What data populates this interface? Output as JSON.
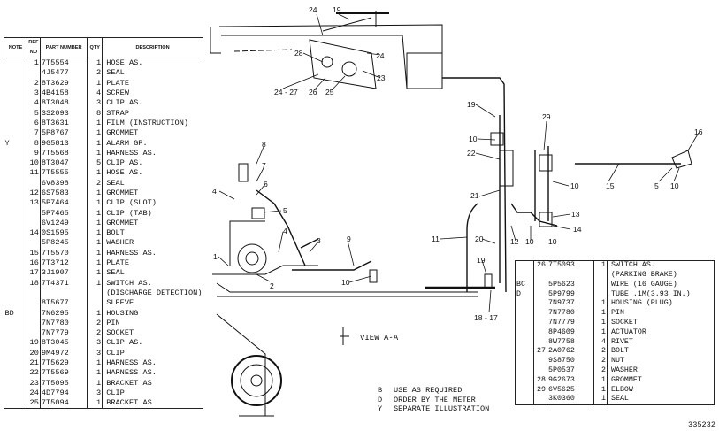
{
  "table_headers": {
    "note": "NOTE",
    "ref_no": "REF NO",
    "part_number": "PART NUMBER",
    "qty": "QTY",
    "description": "DESCRIPTION"
  },
  "parts": [
    {
      "note": "",
      "ref": "1",
      "pn": "7T5554",
      "qty": "1",
      "desc": "HOSE AS."
    },
    {
      "note": "",
      "ref": "",
      "pn": "4J5477",
      "qty": "2",
      "desc": "SEAL"
    },
    {
      "note": "",
      "ref": "2",
      "pn": "8T3629",
      "qty": "1",
      "desc": "PLATE"
    },
    {
      "note": "",
      "ref": "3",
      "pn": "4B4158",
      "qty": "4",
      "desc": "SCREW"
    },
    {
      "note": "",
      "ref": "4",
      "pn": "8T3048",
      "qty": "3",
      "desc": "CLIP AS."
    },
    {
      "note": "",
      "ref": "5",
      "pn": "3S2093",
      "qty": "8",
      "desc": "STRAP"
    },
    {
      "note": "",
      "ref": "6",
      "pn": "8T3631",
      "qty": "1",
      "desc": "FILM (INSTRUCTION)"
    },
    {
      "note": "",
      "ref": "7",
      "pn": "5P8767",
      "qty": "1",
      "desc": "GROMMET"
    },
    {
      "note": "Y",
      "ref": "8",
      "pn": "9G5813",
      "qty": "1",
      "desc": "ALARM GP."
    },
    {
      "note": "",
      "ref": "9",
      "pn": "7T5568",
      "qty": "1",
      "desc": "HARNESS AS."
    },
    {
      "note": "",
      "ref": "10",
      "pn": "8T3047",
      "qty": "5",
      "desc": "CLIP AS."
    },
    {
      "note": "",
      "ref": "11",
      "pn": "7T5555",
      "qty": "1",
      "desc": "HOSE AS."
    },
    {
      "note": "",
      "ref": "",
      "pn": "6V8398",
      "qty": "2",
      "desc": "SEAL"
    },
    {
      "note": "",
      "ref": "12",
      "pn": "6S7583",
      "qty": "1",
      "desc": "GROMMET"
    },
    {
      "note": "",
      "ref": "13",
      "pn": "5P7464",
      "qty": "1",
      "desc": "CLIP (SLOT)"
    },
    {
      "note": "",
      "ref": "",
      "pn": "5P7465",
      "qty": "1",
      "desc": "CLIP (TAB)"
    },
    {
      "note": "",
      "ref": "",
      "pn": "6V1249",
      "qty": "1",
      "desc": "GROMMET"
    },
    {
      "note": "",
      "ref": "14",
      "pn": "0S1595",
      "qty": "1",
      "desc": "BOLT"
    },
    {
      "note": "",
      "ref": "",
      "pn": "5P8245",
      "qty": "1",
      "desc": "WASHER"
    },
    {
      "note": "",
      "ref": "15",
      "pn": "7T5570",
      "qty": "1",
      "desc": "HARNESS AS."
    },
    {
      "note": "",
      "ref": "16",
      "pn": "7T3712",
      "qty": "1",
      "desc": "PLATE"
    },
    {
      "note": "",
      "ref": "17",
      "pn": "3J1907",
      "qty": "1",
      "desc": "SEAL"
    },
    {
      "note": "",
      "ref": "18",
      "pn": "7T4371",
      "qty": "1",
      "desc": "SWITCH AS."
    },
    {
      "note": "",
      "ref": "",
      "pn": "",
      "qty": "",
      "desc": "(DISCHARGE DETECTION)"
    },
    {
      "note": "",
      "ref": "",
      "pn": "8T5677",
      "qty": "",
      "desc": "SLEEVE"
    },
    {
      "note": "BD",
      "ref": "",
      "pn": "7N6295",
      "qty": "1",
      "desc": "HOUSING"
    },
    {
      "note": "",
      "ref": "",
      "pn": "7N7780",
      "qty": "2",
      "desc": "PIN"
    },
    {
      "note": "",
      "ref": "",
      "pn": "7N7779",
      "qty": "2",
      "desc": "SOCKET"
    },
    {
      "note": "",
      "ref": "19",
      "pn": "8T3045",
      "qty": "3",
      "desc": "CLIP AS."
    },
    {
      "note": "",
      "ref": "20",
      "pn": "9M4972",
      "qty": "3",
      "desc": "CLIP"
    },
    {
      "note": "",
      "ref": "21",
      "pn": "7T5629",
      "qty": "1",
      "desc": "HARNESS AS."
    },
    {
      "note": "",
      "ref": "22",
      "pn": "7T5569",
      "qty": "1",
      "desc": "HARNESS AS."
    },
    {
      "note": "",
      "ref": "23",
      "pn": "7T5095",
      "qty": "1",
      "desc": "BRACKET AS"
    },
    {
      "note": "",
      "ref": "24",
      "pn": "4D7794",
      "qty": "3",
      "desc": "CLIP"
    },
    {
      "note": "",
      "ref": "25",
      "pn": "7T5094",
      "qty": "1",
      "desc": "BRACKET AS"
    }
  ],
  "inset_parts": [
    {
      "note": "",
      "ref": "26",
      "pn": "7T5093",
      "qty": "1",
      "desc": "SWITCH AS."
    },
    {
      "note": "",
      "ref": "",
      "pn": "",
      "qty": "",
      "desc": "(PARKING BRAKE)"
    },
    {
      "note": "BC",
      "ref": "",
      "pn": "5P5623",
      "qty": "",
      "desc": "WIRE (16 GAUGE)"
    },
    {
      "note": "D",
      "ref": "",
      "pn": "5P9799",
      "qty": "",
      "desc": "TUBE .1M(3.93 IN.)"
    },
    {
      "note": "",
      "ref": "",
      "pn": "7N9737",
      "qty": "1",
      "desc": "HOUSING (PLUG)"
    },
    {
      "note": "",
      "ref": "",
      "pn": "7N7780",
      "qty": "1",
      "desc": "PIN"
    },
    {
      "note": "",
      "ref": "",
      "pn": "7N7779",
      "qty": "1",
      "desc": "SOCKET"
    },
    {
      "note": "",
      "ref": "",
      "pn": "8P4609",
      "qty": "1",
      "desc": "ACTUATOR"
    },
    {
      "note": "",
      "ref": "",
      "pn": "8W7758",
      "qty": "4",
      "desc": "RIVET"
    },
    {
      "note": "",
      "ref": "27",
      "pn": "2A0762",
      "qty": "2",
      "desc": "BOLT"
    },
    {
      "note": "",
      "ref": "",
      "pn": "9S8750",
      "qty": "2",
      "desc": "NUT"
    },
    {
      "note": "",
      "ref": "",
      "pn": "5P0537",
      "qty": "2",
      "desc": "WASHER"
    },
    {
      "note": "",
      "ref": "28",
      "pn": "9G2673",
      "qty": "1",
      "desc": "GROMMET"
    },
    {
      "note": "",
      "ref": "29",
      "pn": "6V5625",
      "qty": "1",
      "desc": "ELBOW"
    },
    {
      "note": "",
      "ref": "",
      "pn": "3K0360",
      "qty": "1",
      "desc": "SEAL"
    }
  ],
  "legend": [
    {
      "symbol": "B",
      "text": "USE AS REQUIRED"
    },
    {
      "symbol": "D",
      "text": "ORDER BY THE METER"
    },
    {
      "symbol": "Y",
      "text": "SEPARATE ILLUSTRATION"
    }
  ],
  "view_label": "VIEW A-A",
  "drawing_number": "335232",
  "callouts": {
    "c24a": "24",
    "c19a": "19",
    "c28": "28",
    "c24b": "24",
    "c23": "23",
    "c2427": "24 - 27",
    "c26": "26",
    "c25": "25",
    "c19b": "19",
    "c10a": "10",
    "c22": "22",
    "c29": "29",
    "c16": "16",
    "c8": "8",
    "c7": "7",
    "c6": "6",
    "c4a": "4",
    "c5": "5",
    "c4b": "4",
    "c3": "3",
    "c9": "9",
    "c1": "1",
    "c2": "2",
    "c10b": "10",
    "c21": "21",
    "c11": "11",
    "c20": "20",
    "c12": "12",
    "c19c": "19",
    "c1817": "18 - 17",
    "c13": "13",
    "c14": "14",
    "c10c": "10",
    "c15": "15",
    "c5b": "5",
    "c10d": "10",
    "c10e": "10",
    "c10f": "10"
  }
}
